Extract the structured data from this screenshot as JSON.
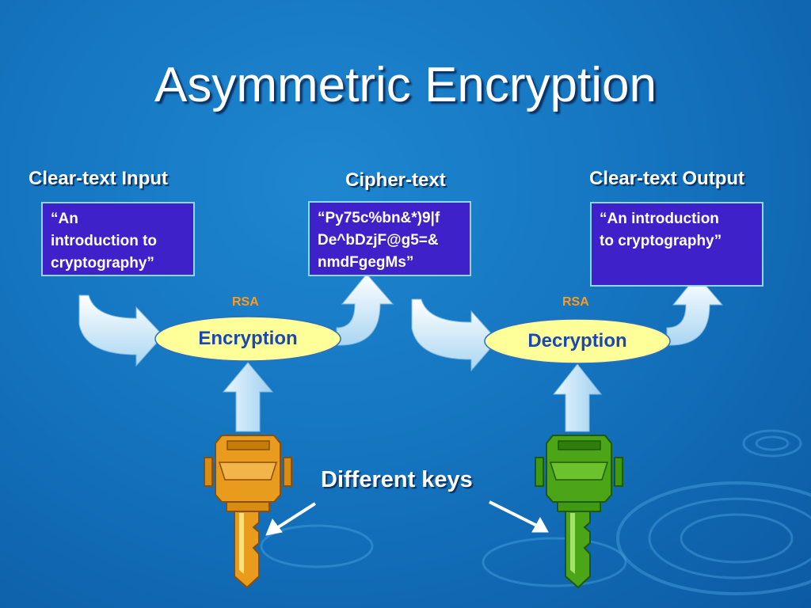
{
  "slide": {
    "title": "Asymmetric Encryption",
    "headings": {
      "input": "Clear-text Input",
      "cipher": "Cipher-text",
      "output": "Clear-text Output"
    },
    "boxes": {
      "input_lines": [
        "“An",
        "introduction  to",
        "cryptography”"
      ],
      "cipher_lines": [
        "“Py75c%bn&*)9|f",
        "De^bDzjF@g5=&",
        "nmdFgegMs”"
      ],
      "output_lines": [
        "“An introduction",
        "to cryptography”"
      ]
    },
    "process": {
      "encryption_label": "Encryption",
      "decryption_label": "Decryption",
      "encryption_algorithm": "RSA",
      "decryption_algorithm": "RSA"
    },
    "keys_label": "Different keys",
    "colors": {
      "background": "#1575c0",
      "box_fill": "#3e21c9",
      "box_border": "#8fd8e8",
      "oval_fill": "#ffff99",
      "oval_text": "#1a48b0",
      "rsa_text": "#ff9a1a",
      "encryption_key": "#d98c12",
      "decryption_key": "#3f9a10"
    }
  }
}
